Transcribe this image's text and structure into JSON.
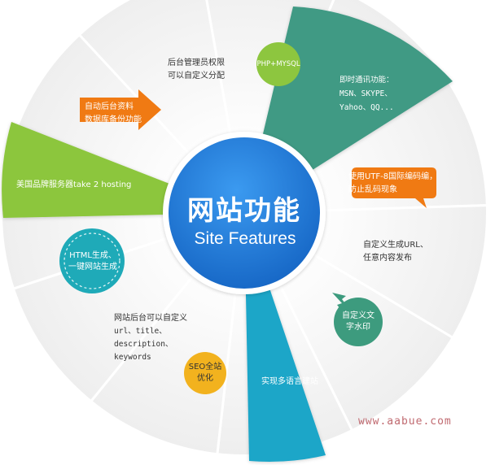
{
  "center": {
    "title": "网站功能",
    "subtitle": "Site Features"
  },
  "segments": [
    {
      "id": "admin-permissions",
      "lines": [
        "后台管理员权限",
        "可以自定义分配"
      ]
    },
    {
      "id": "im-support",
      "lines": [
        "即时通讯功能：",
        "MSN、SKYPE、",
        "Yahoo、QQ..."
      ]
    },
    {
      "id": "utf8",
      "lines": [
        "使用UTF-8国际编码编，",
        "防止乱码现象"
      ]
    },
    {
      "id": "custom-url",
      "lines": [
        "自定义生成URL、",
        "任意内容发布"
      ]
    },
    {
      "id": "multilang",
      "lines": [
        "实现多语言建站"
      ]
    },
    {
      "id": "custom-meta",
      "lines": [
        "网站后台可以自定义",
        "url、title、",
        "description、",
        "keywords"
      ]
    },
    {
      "id": "html-gen",
      "lines": [
        "HTML生成、",
        "一键网站生成"
      ]
    },
    {
      "id": "us-hosting",
      "lines": [
        "美国品牌服务器take 2 hosting"
      ]
    },
    {
      "id": "auto-backup",
      "lines": [
        "自动后台资料",
        "数据库备份功能"
      ]
    }
  ],
  "badges": {
    "php_mysql": "PHP+MYSQL",
    "seo": [
      "SEO全站",
      "优化"
    ],
    "watermark": [
      "自定义文",
      "字水印"
    ]
  },
  "site_watermark": "www.aabue.com",
  "colors": {
    "center": "#1f7fd8",
    "teal_segment": "#3f9a84",
    "green_segment": "#8cc63e",
    "blue_segment": "#1fa6c8",
    "orange": "#f07a13",
    "php_green": "#8dc63f",
    "seo_yellow": "#f2b21e",
    "watermark_teal": "#3d9b7e",
    "html_teal": "#1faab8"
  }
}
